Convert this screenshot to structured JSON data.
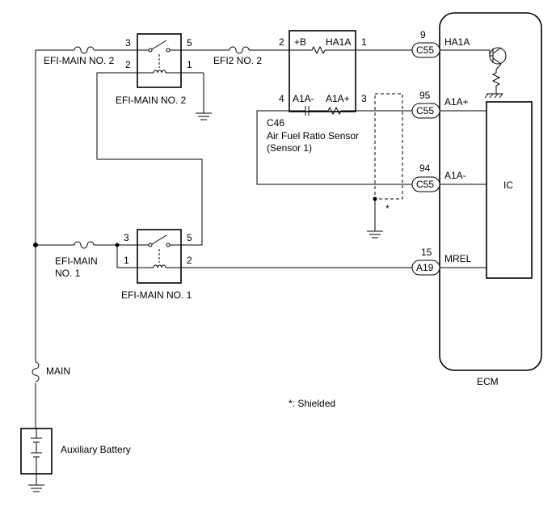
{
  "relay2": {
    "name": "EFI-MAIN NO. 2",
    "pins": {
      "p3": "3",
      "p5": "5",
      "p2": "2",
      "p1": "1"
    }
  },
  "relay1": {
    "name": "EFI-MAIN NO. 1",
    "pins": {
      "p3": "3",
      "p5": "5",
      "p1": "1",
      "p2": "2"
    }
  },
  "fuses": {
    "efi_main_no2": "EFI-MAIN NO. 2",
    "efi2_no2": "EFI2 NO. 2",
    "efi_main_no1_line1": "EFI-MAIN",
    "efi_main_no1_line2": "NO. 1",
    "main": "MAIN"
  },
  "sensor": {
    "connector": "C46",
    "name_line1": "Air Fuel Ratio Sensor",
    "name_line2": "(Sensor 1)",
    "pin_b": "+B",
    "pin_ha1a": "HA1A",
    "pin_a1a_minus": "A1A-",
    "pin_a1a_plus": "A1A+",
    "pins": {
      "p2": "2",
      "p1": "1",
      "p4": "4",
      "p3": "3"
    }
  },
  "ecm": {
    "name": "ECM",
    "ic": "IC",
    "terminals": [
      {
        "pin": "9",
        "connector": "C55",
        "signal": "HA1A"
      },
      {
        "pin": "95",
        "connector": "C55",
        "signal": "A1A+"
      },
      {
        "pin": "94",
        "connector": "C55",
        "signal": "A1A-"
      },
      {
        "pin": "15",
        "connector": "A19",
        "signal": "MREL"
      }
    ]
  },
  "shield": {
    "mark": "*",
    "note": "*: Shielded"
  },
  "battery": {
    "label": "Auxiliary Battery"
  }
}
